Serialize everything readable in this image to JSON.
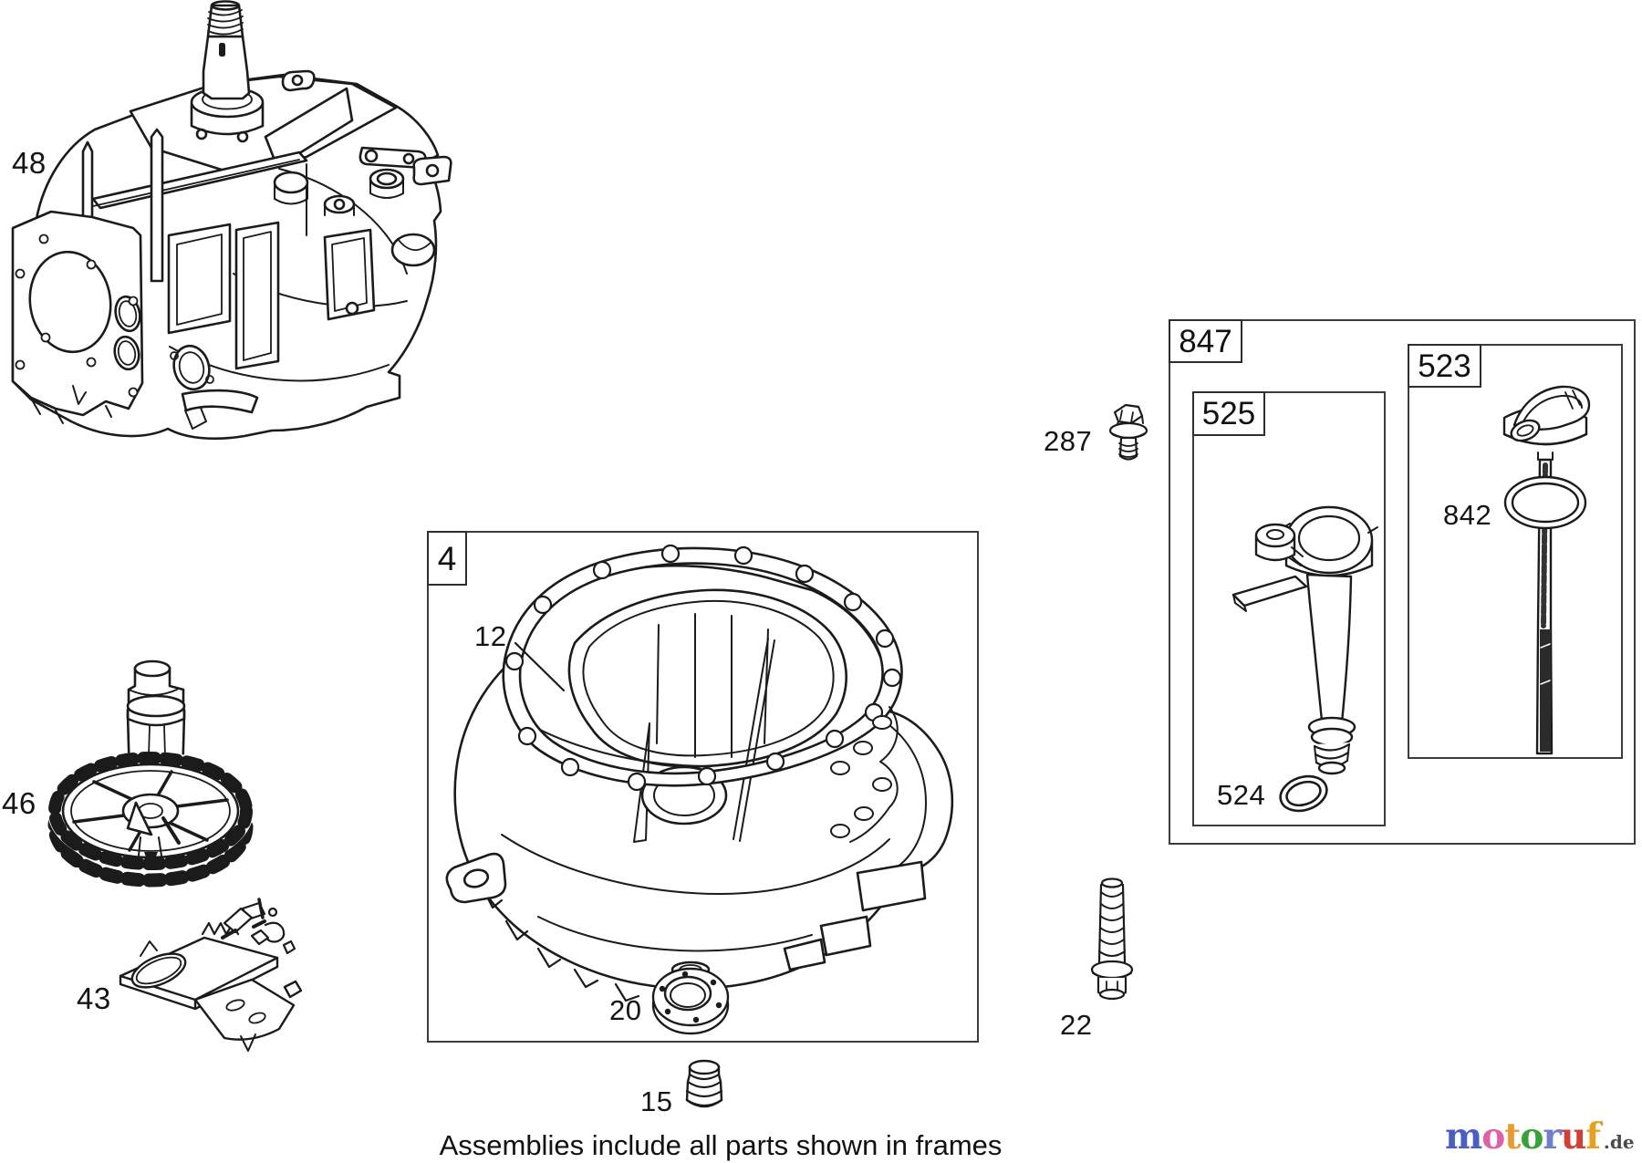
{
  "parts": {
    "crankcase": {
      "id": "48"
    },
    "camshaft_gear": {
      "id": "46"
    },
    "bracket": {
      "id": "43"
    },
    "gasket": {
      "id": "12"
    },
    "bearing": {
      "id": "20"
    },
    "plug": {
      "id": "15"
    },
    "screw": {
      "id": "287"
    },
    "oring_tube": {
      "id": "524"
    },
    "oring_dipstick": {
      "id": "842"
    },
    "bolt": {
      "id": "22"
    }
  },
  "frames": {
    "sump": {
      "id": "4"
    },
    "oil_fill": {
      "id": "847"
    },
    "fill_tube": {
      "id": "525"
    },
    "dipstick": {
      "id": "523"
    }
  },
  "footer": {
    "note": "Assemblies include all parts shown in frames"
  },
  "logo": {
    "letters": [
      {
        "char": "m",
        "color": "#4a5fc1"
      },
      {
        "char": "o",
        "color": "#e060a8"
      },
      {
        "char": "t",
        "color": "#e89b30"
      },
      {
        "char": "o",
        "color": "#3aa03a"
      },
      {
        "char": "r",
        "color": "#7080c8"
      },
      {
        "char": "u",
        "color": "#d04038"
      },
      {
        "char": "f",
        "color": "#e8a020"
      }
    ],
    "tick": "'",
    "tick_color": "#9a9a9a",
    "suffix": ".de",
    "suffix_color": "#4a4a4a"
  }
}
